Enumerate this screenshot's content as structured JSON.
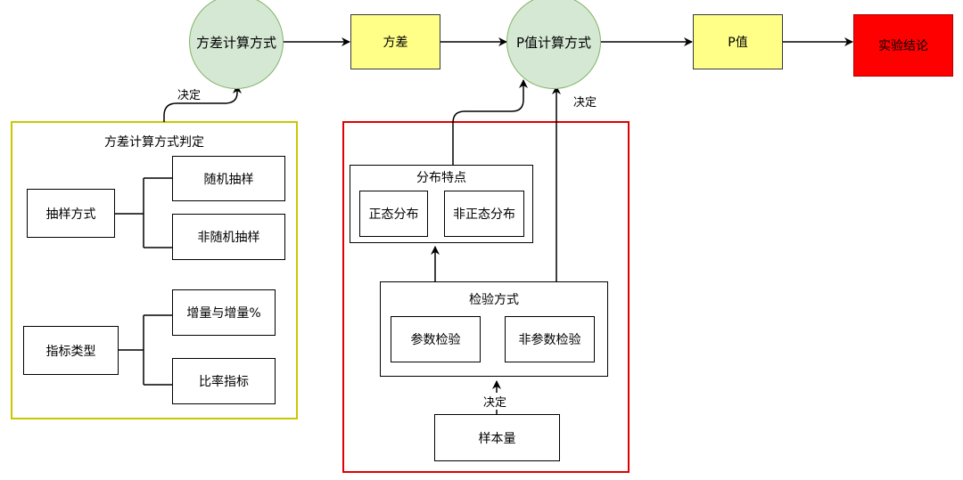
{
  "top_flow": {
    "variance_method": "方差计算方式",
    "variance": "方差",
    "p_method": "P值计算方式",
    "p_value": "P值",
    "conclusion": "实验结论"
  },
  "edge_labels": {
    "decide_left": "决定",
    "decide_right": "决定",
    "decide_bottom": "决定"
  },
  "left_group": {
    "title": "方差计算方式判定",
    "sampling": {
      "label": "抽样方式",
      "children": [
        "随机抽样",
        "非随机抽样"
      ]
    },
    "metric": {
      "label": "指标类型",
      "children": [
        "增量与增量%",
        "比率指标"
      ]
    }
  },
  "right_group": {
    "distribution": {
      "title": "分布特点",
      "children": [
        "正态分布",
        "非正态分布"
      ]
    },
    "test": {
      "title": "检验方式",
      "children": [
        "参数检验",
        "非参数检验"
      ]
    },
    "sample_size": "样本量"
  },
  "colors": {
    "circle_fill": "#d5e8d4",
    "circle_stroke": "#82b366",
    "yellow_fill": "#ffff88",
    "red_fill": "#ff0000",
    "left_group_border": "#c8c800",
    "right_group_border": "#e00000"
  }
}
